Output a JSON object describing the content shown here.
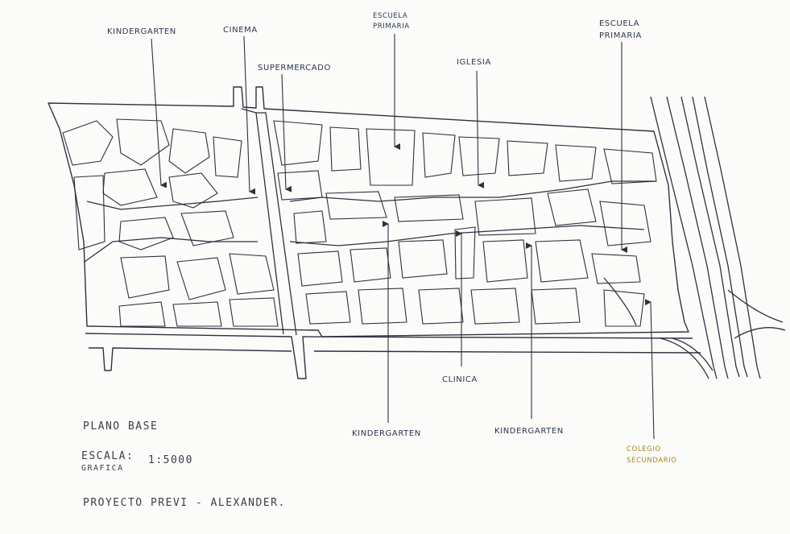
{
  "labels": {
    "kindergarten_top": "KINDERGARTEN",
    "cinema": "CINEMA",
    "supermercado": "SUPERMERCADO",
    "escuela_1_line1": "ESCUELA",
    "escuela_1_line2": "PRIMARIA",
    "iglesia": "IGLESIA",
    "escuela_2_line1": "ESCUELA",
    "escuela_2_line2": "PRIMARIA",
    "clinica": "CLINICA",
    "kindergarten_bottom_1": "KINDERGARTEN",
    "kindergarten_bottom_2": "KINDERGARTEN",
    "colegio_line1": "COLEGIO",
    "colegio_line2": "SECUNDARIO"
  },
  "caption": {
    "title": "PLANO BASE",
    "escala": "ESCALA:",
    "escala_sub": "GRAFICA",
    "ratio": "1:5000",
    "project": "PROYECTO PREVI - ALEXANDER."
  },
  "colors": {
    "ink": "#2e3140",
    "label_ink": "#2a3550",
    "accent": "#a9861e",
    "paper": "#fbfbf9"
  }
}
